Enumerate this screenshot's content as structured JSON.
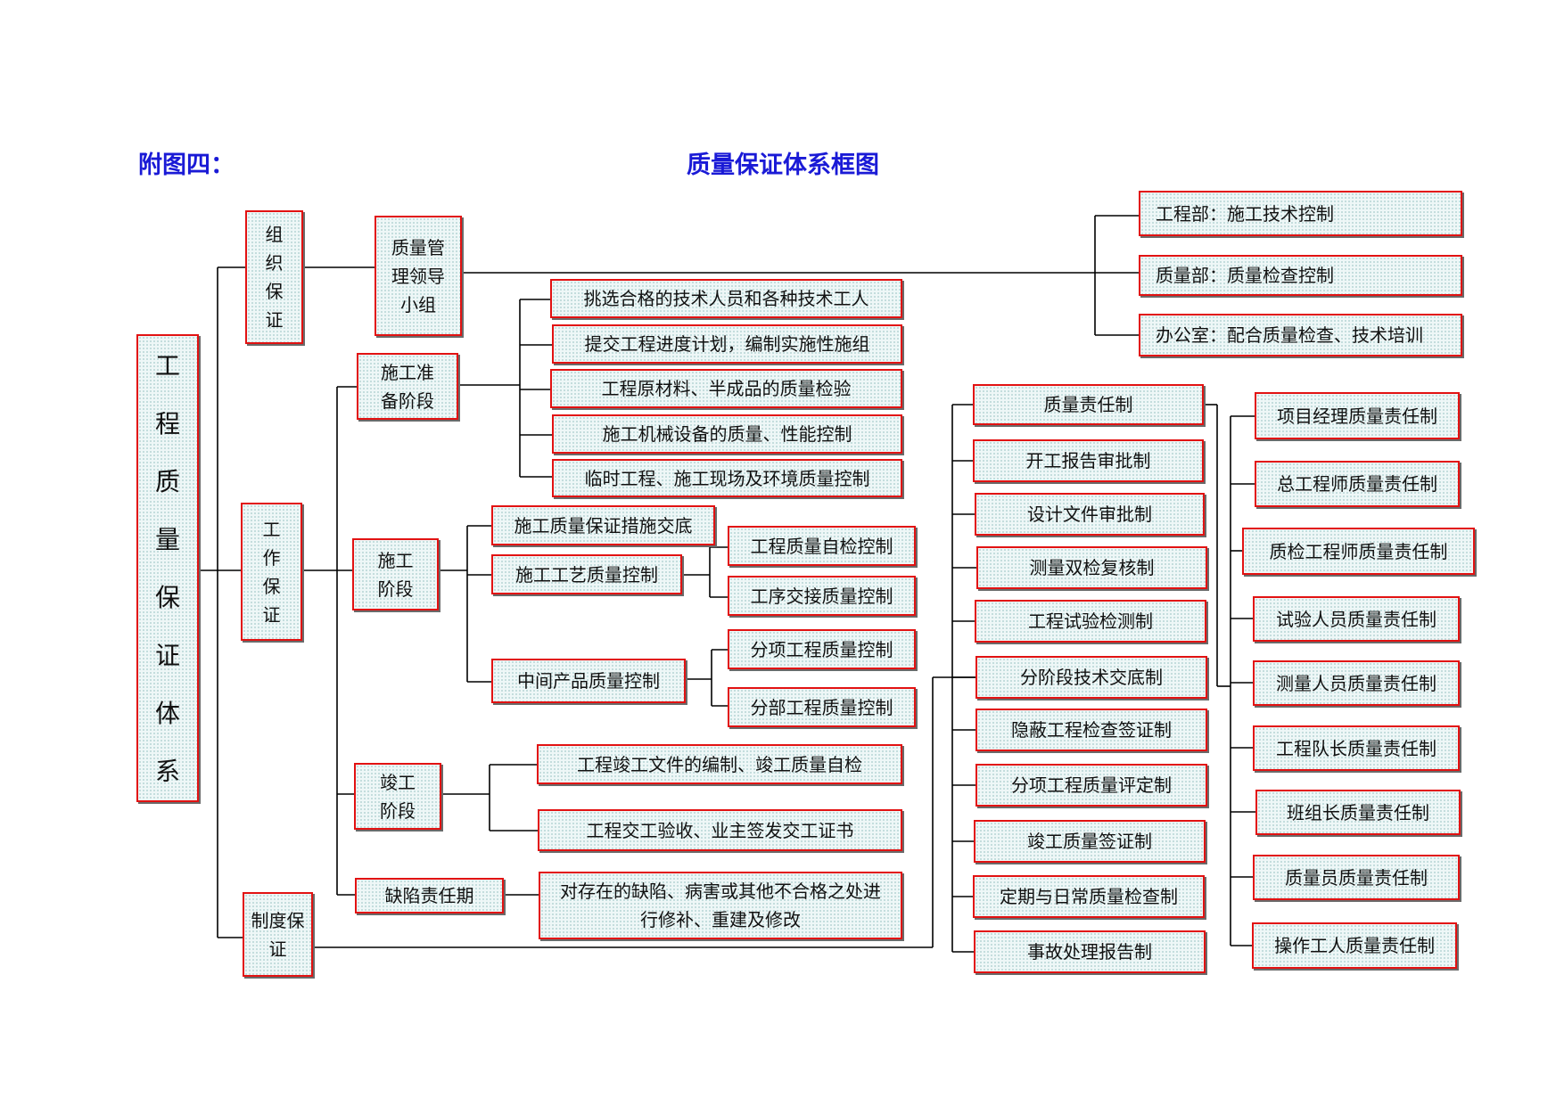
{
  "header": {
    "fig_label": "附图四：",
    "title": "质量保证体系框图"
  },
  "root": "工程质量保证体系",
  "pillars": {
    "org": "组织保证",
    "work": "工作保证",
    "system": "制度保证"
  },
  "org": {
    "leader": "质量管理领导小组",
    "depts": [
      "工程部：施工技术控制",
      "质量部：质量检查控制",
      "办公室：配合质量检查、技术培训"
    ]
  },
  "stages": {
    "prep": {
      "label": "施工准备阶段",
      "items": [
        "挑选合格的技术人员和各种技术工人",
        "提交工程进度计划，编制实施性施组",
        "工程原材料、半成品的质量检验",
        "施工机械设备的质量、性能控制",
        "临时工程、施工现场及环境质量控制"
      ]
    },
    "construct": {
      "label": "施工阶段",
      "measures": "施工质量保证措施交底",
      "craft": "施工工艺质量控制",
      "craft_items": [
        "工程质量自检控制",
        "工序交接质量控制"
      ],
      "intermediate": "中间产品质量控制",
      "intermediate_items": [
        "分项工程质量控制",
        "分部工程质量控制"
      ]
    },
    "complete": {
      "label": "竣工阶段",
      "items": [
        "工程竣工文件的编制、竣工质量自检",
        "工程交工验收、业主签发交工证书"
      ]
    },
    "defect": {
      "label": "缺陷责任期",
      "item": "对存在的缺陷、病害或其他不合格之处进行修补、重建及修改"
    }
  },
  "systems": [
    "质量责任制",
    "开工报告审批制",
    "设计文件审批制",
    "测量双检复核制",
    "工程试验检测制",
    "分阶段技术交底制",
    "隐蔽工程检查签证制",
    "分项工程质量评定制",
    "竣工质量签证制",
    "定期与日常质量检查制",
    "事故处理报告制"
  ],
  "responsibilities": [
    "项目经理质量责任制",
    "总工程师质量责任制",
    "质检工程师质量责任制",
    "试验人员质量责任制",
    "测量人员质量责任制",
    "工程队长质量责任制",
    "班组长质量责任制",
    "质量员质量责任制",
    "操作工人质量责任制"
  ],
  "colors": {
    "box_border": "#e21212",
    "title": "#1a1ad6",
    "line": "#000000"
  }
}
